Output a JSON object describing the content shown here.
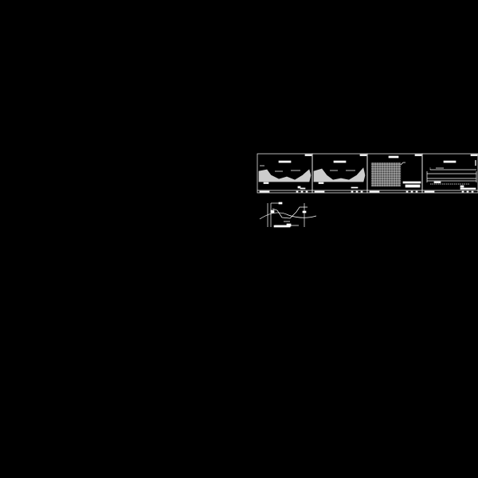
{
  "viewer": {
    "background_color": "#000000",
    "line_color": "#ffffff"
  },
  "sheets": [
    {
      "id": "sheet-1",
      "kind": "cross-section"
    },
    {
      "id": "sheet-2",
      "kind": "cross-section"
    },
    {
      "id": "sheet-3",
      "kind": "grid-table"
    },
    {
      "id": "sheet-4",
      "kind": "longitudinal-section"
    }
  ]
}
